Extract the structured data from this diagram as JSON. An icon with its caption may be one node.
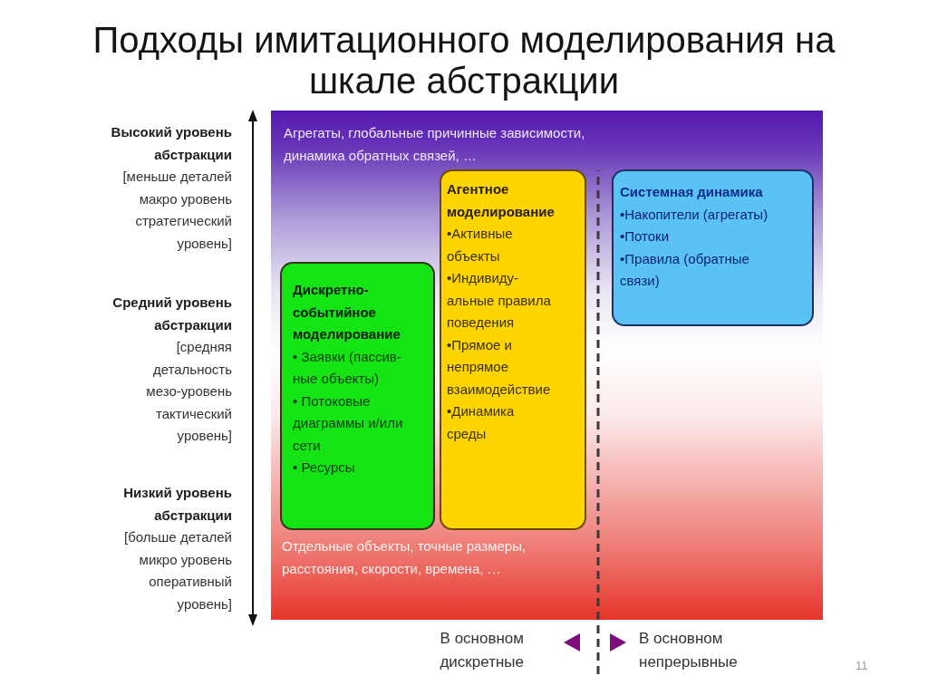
{
  "diagram": {
    "title": "Подходы имитационного моделирования на шкале абстракции",
    "nodes": [
      {
        "text": [
          "Агрегаты, глобальные причинные зависимости, динамика обратных связей, …",
          "Отдельные объекты, точные размеры, расстояния, скорости, времена, …"
        ]
      },
      {
        "text": [
          "Дискретно-событийное моделирование",
          "• Заявки (пассив-ные объекты)",
          "• Потоковые диаграммы и/или сети",
          "• Ресурсы"
        ],
        "in": 0
      },
      {
        "text": [
          "Агентное моделирование",
          "•Активные объекты",
          "•Индивиду-альные правила поведения",
          "•Прямое и непрямое взаимодействие",
          "•Динамика среды"
        ],
        "in": 0
      },
      {
        "text": [
          "Системная динамика",
          "•Накопители (агрегаты)",
          "•Потоки",
          "•Правила (обратные связи)"
        ],
        "in": 0
      }
    ],
    "labels": [
      "Высокий уровень абстракции",
      "[меньше деталей макро уровень стратегический уровень]",
      "Средний уровень абстракции",
      "[средняя детальность мезо-уровень тактический уровень]",
      "Низкий уровень абстракции",
      "[больше деталей микро уровень оперативный уровень]",
      "В основном дискретные",
      "В основном непрерывные",
      "11"
    ]
  }
}
